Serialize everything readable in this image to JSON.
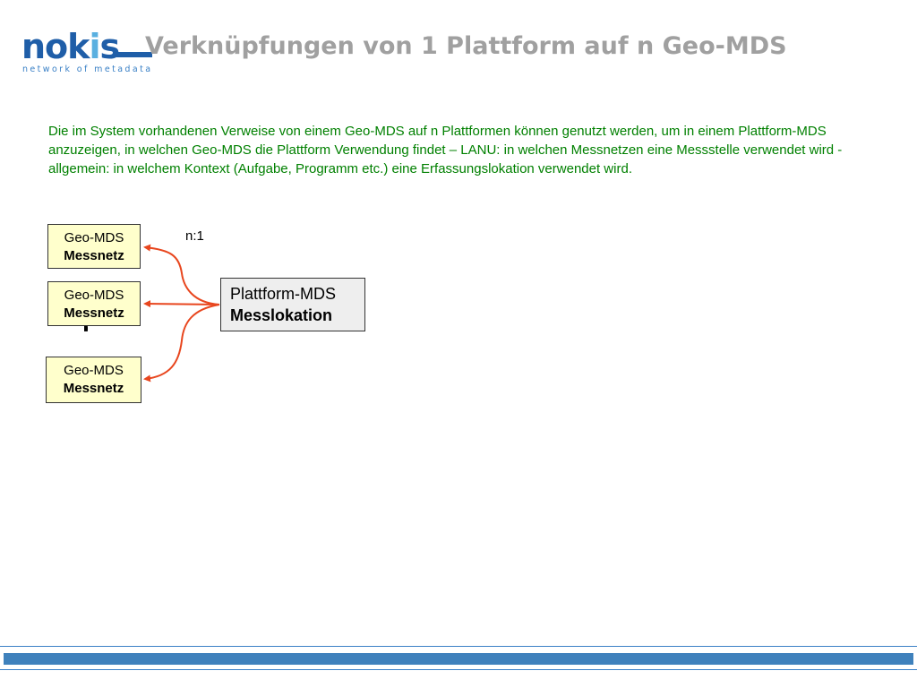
{
  "logo": {
    "word_start": "nok",
    "word_accent": "i",
    "word_end": "s",
    "tagline": "network of metadata"
  },
  "title": "Verknüpfungen von 1 Plattform auf n Geo-MDS",
  "intro": "Die im System vorhandenen Verweise von einem Geo-MDS auf n Plattformen können genutzt werden, um in einem Plattform-MDS anzuzeigen, in welchen Geo-MDS die Plattform Verwendung findet – LANU: in welchen Messnetzen eine Messstelle verwendet wird - allgemein: in welchem Kontext (Aufgabe, Programm etc.) eine Erfassungslokation verwendet wird.",
  "diagram": {
    "ratio_label": "n:1",
    "geo_boxes": [
      {
        "line1": "Geo-MDS",
        "line2": "Messnetz"
      },
      {
        "line1": "Geo-MDS",
        "line2": "Messnetz"
      },
      {
        "line1": "Geo-MDS",
        "line2": "Messnetz"
      }
    ],
    "ellipsis": "...",
    "platform": {
      "line1": "Plattform-MDS",
      "line2": "Messlokation"
    },
    "arrow_color": "#e8461e",
    "geo_box_color": "#ffffcc",
    "platform_box_color": "#eeeeee"
  },
  "colors": {
    "title": "#a0a0a0",
    "intro_text": "#008000",
    "brand_blue": "#1f5ea8",
    "footer_blue": "#3f81bc"
  }
}
